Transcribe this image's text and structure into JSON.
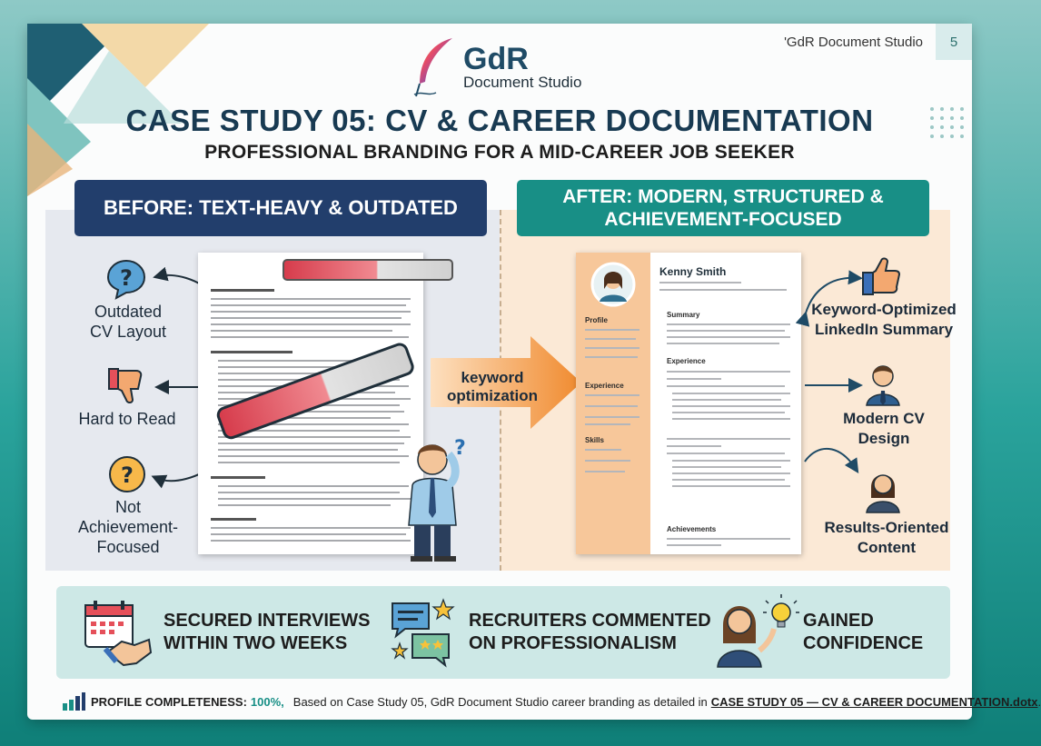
{
  "header": {
    "studio_name": "'GdR Document Studio",
    "page_number": "5",
    "logo_main": "GdR",
    "logo_sub": "Document Studio"
  },
  "title": "CASE STUDY 05: CV & CAREER DOCUMENTATION",
  "subtitle": "PROFESSIONAL BRANDING FOR A MID-CAREER JOB SEEKER",
  "before": {
    "header": "BEFORE: TEXT-HEAVY & OUTDATED",
    "issues": [
      {
        "label_line1": "Outdated",
        "label_line2": "CV Layout",
        "icon": "question-bubble-icon"
      },
      {
        "label_line1": "Hard to Read",
        "label_line2": "",
        "icon": "thumbs-down-icon"
      },
      {
        "label_line1": "Not",
        "label_line2": "Achievement-",
        "label_line3": "Focused",
        "icon": "question-circle-icon"
      }
    ]
  },
  "transition": {
    "label_line1": "keyword",
    "label_line2": "optimization"
  },
  "after": {
    "header_line1": "AFTER: MODERN, STRUCTURED &",
    "header_line2": "ACHIEVEMENT-FOCUSED",
    "cv": {
      "name": "Kenny Smith",
      "sidebar": [
        "Profile",
        "Experience",
        "Skills"
      ],
      "sections": [
        "Summary",
        "Experience",
        "Achievements"
      ]
    },
    "benefits": [
      {
        "label_line1": "Keyword-Optimized",
        "label_line2": "LinkedIn Summary",
        "icon": "thumbs-up-icon"
      },
      {
        "label_line1": "Modern CV",
        "label_line2": "Design",
        "icon": "man-avatar-icon"
      },
      {
        "label_line1": "Results-Oriented",
        "label_line2": "Content",
        "icon": "woman-avatar-icon"
      }
    ]
  },
  "results": [
    {
      "line1": "SECURED INTERVIEWS",
      "line2": "WITHIN TWO WEEKS",
      "icon": "calendar-handshake-icon"
    },
    {
      "line1": "RECRUITERS COMMENTED",
      "line2": "ON PROFESSIONALISM",
      "icon": "chat-stars-icon"
    },
    {
      "line1": "GAINED",
      "line2": "CONFIDENCE",
      "icon": "idea-woman-icon"
    }
  ],
  "footer": {
    "label": "PROFILE COMPLETENESS:",
    "value": "100%,",
    "text": "Based on Case Study 05, GdR Document Studio career branding as detailed in",
    "link": "CASE STUDY 05 — CV & CAREER DOCUMENTATION.dotx",
    "end": "."
  },
  "colors": {
    "navy": "#223e6c",
    "teal": "#188f86",
    "orange": "#f29b4b",
    "before_bg": "#e6e9ef",
    "after_bg": "#fbe9d6"
  }
}
